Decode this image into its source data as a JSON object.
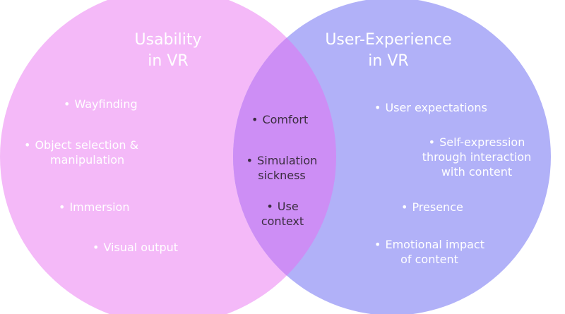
{
  "colors": {
    "left": "#f4b9f8",
    "right": "#b1b1f8",
    "overlap": "#cd8ef5"
  },
  "left": {
    "title": [
      "Usability",
      "in VR"
    ],
    "items": [
      "Wayfinding",
      "Object selection &",
      "manipulation",
      "Immersion",
      "Visual output"
    ]
  },
  "right": {
    "title": [
      "User-Experience",
      "in VR"
    ],
    "items": [
      "User expectations",
      "Self-expression",
      "through interaction",
      "with content",
      "Presence",
      "Emotional impact",
      "of content"
    ]
  },
  "overlap": {
    "items": [
      "Comfort",
      "Simulation",
      "sickness",
      "Use",
      "context"
    ]
  },
  "bullet": "•"
}
